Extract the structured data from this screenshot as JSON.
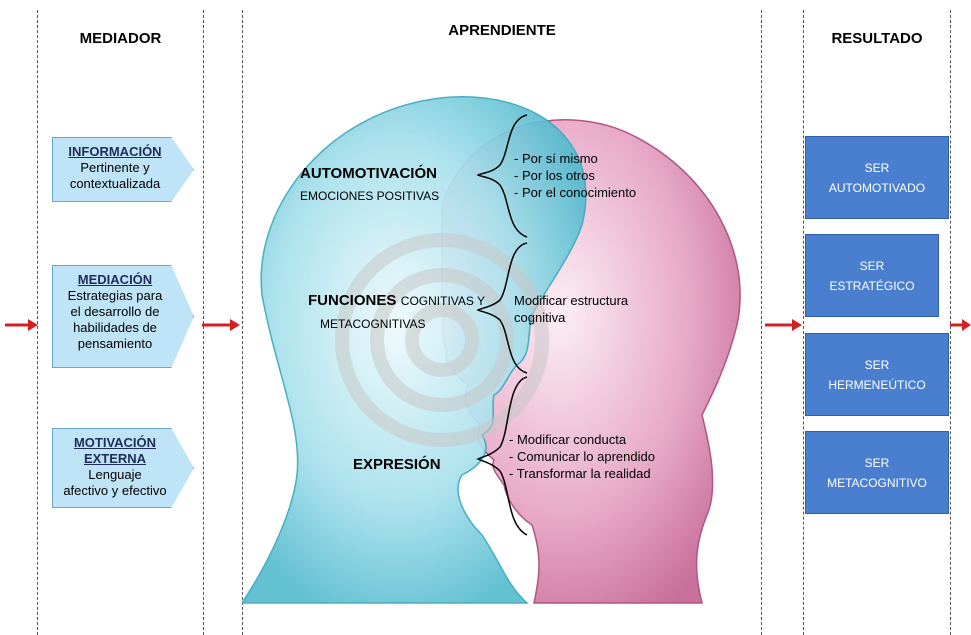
{
  "columns": {
    "mediador": "MEDIADOR",
    "aprendiente": "APRENDIENTE",
    "resultado": "RESULTADO"
  },
  "mediador_items": [
    {
      "head": "INFORMACIÓN",
      "lines": [
        "Pertinente y",
        "contextualizada"
      ]
    },
    {
      "head": "MEDIACIÓN",
      "lines": [
        "Estrategias para",
        "el desarrollo de",
        "habilidades de",
        "pensamiento"
      ]
    },
    {
      "head": "MOTIVACIÓN",
      "head2": "EXTERNA",
      "lines": [
        "Lenguaje",
        "afectivo y efectivo"
      ]
    }
  ],
  "aprendiente": {
    "automotivacion": {
      "title": "AUTOMOTIVACIÓN",
      "subtitle": "EMOCIONES POSITIVAS",
      "bullets": [
        "- Por sí mismo",
        "- Por los otros",
        "- Por el conocimiento"
      ]
    },
    "funciones": {
      "title": "FUNCIONES",
      "title_rest": "COGNITIVAS Y",
      "subtitle": "METACOGNITIVAS",
      "bullets": [
        "Modificar estructura",
        "cognitiva"
      ]
    },
    "expresion": {
      "title": "EXPRESIÓN",
      "bullets": [
        "- Modificar  conducta",
        "- Comunicar  lo aprendido",
        "- Transformar  la realidad"
      ]
    }
  },
  "resultado_items": [
    [
      "SER",
      "AUTOMOTIVADO"
    ],
    [
      "SER",
      "ESTRATÉGICO"
    ],
    [
      "SER",
      "HERMENEÚTICO"
    ],
    [
      "SER",
      "METACOGNITIVO"
    ]
  ],
  "colors": {
    "arrow": "#d32020",
    "pentagon": "#bfe4f7",
    "result_box": "#4a7fd0",
    "head_cyan": "#7fd0e0",
    "head_pink": "#e08fb4"
  }
}
